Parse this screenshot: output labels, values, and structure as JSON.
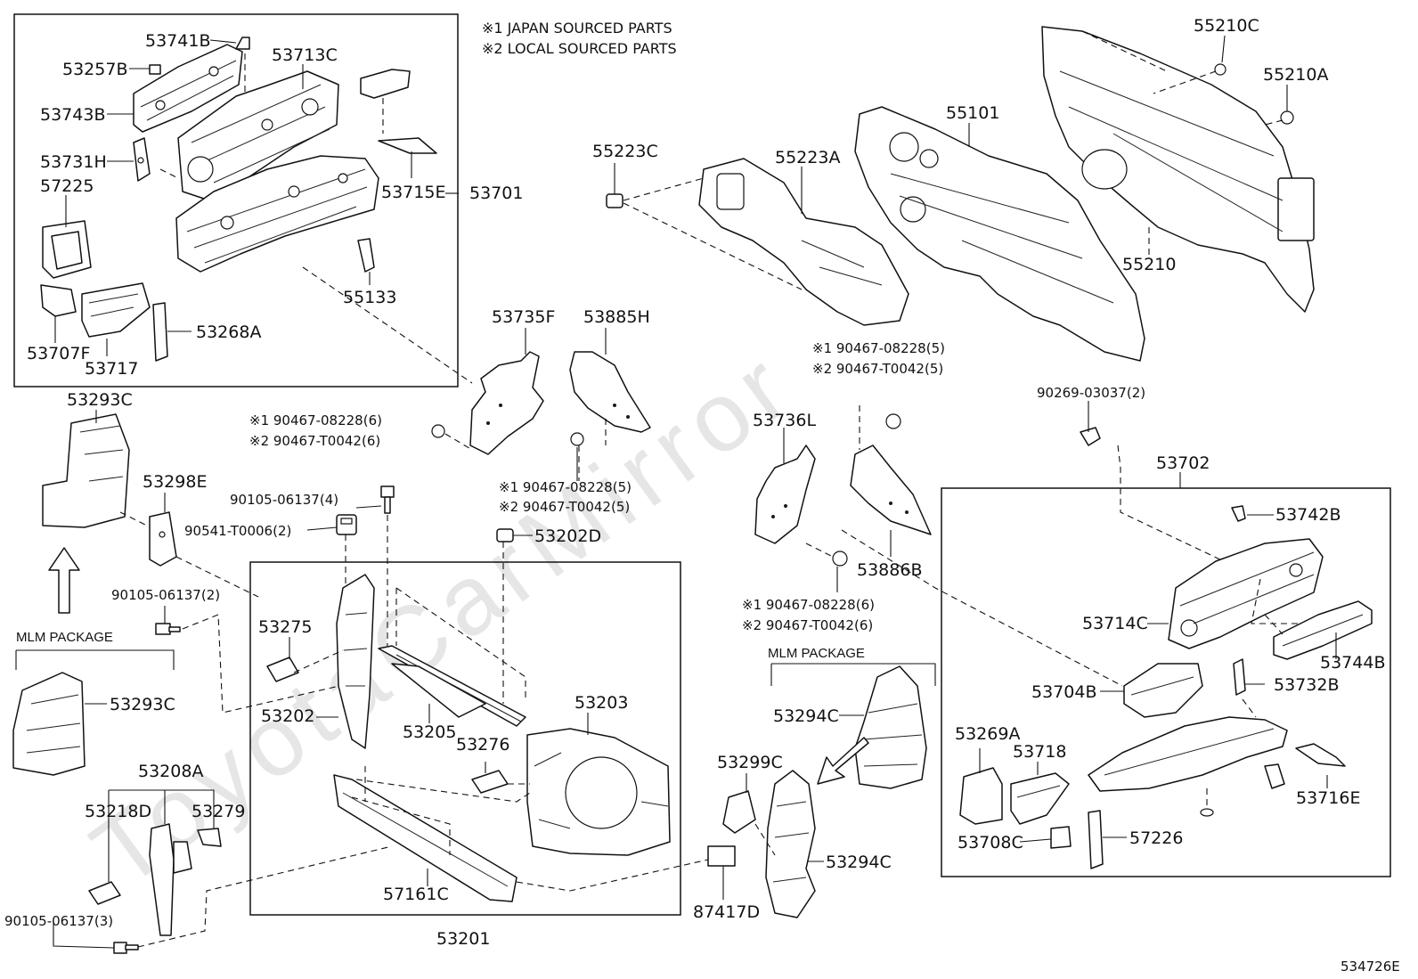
{
  "notes": {
    "japan": "※1 JAPAN SOURCED PARTS",
    "local": "※2 LOCAL SOURCED PARTS"
  },
  "watermark": "ToyotaCarMirror",
  "diagram_code": "534726E",
  "packages": {
    "left": "MLM PACKAGE",
    "right": "MLM PACKAGE"
  },
  "labels": {
    "p53741B": "53741B",
    "p53713C": "53713C",
    "p53257B": "53257B",
    "p53743B": "53743B",
    "p53731H": "53731H",
    "p57225": "57225",
    "p53715E": "53715E",
    "p53701": "53701",
    "p55133": "55133",
    "p53707F": "53707F",
    "p53717": "53717",
    "p53268A": "53268A",
    "p53293C_top": "53293C",
    "p53298E": "53298E",
    "p53293C_low": "53293C",
    "p53208A": "53208A",
    "p53218D": "53218D",
    "p53279": "53279",
    "p53275": "53275",
    "p53202": "53202",
    "p53205": "53205",
    "p53276": "53276",
    "p53203": "53203",
    "p57161C": "57161C",
    "p53201": "53201",
    "p53202D": "53202D",
    "p53735F": "53735F",
    "p53885H": "53885H",
    "p55223C": "55223C",
    "p55223A": "55223A",
    "p55101": "55101",
    "p55210C": "55210C",
    "p55210A": "55210A",
    "p55210": "55210",
    "p53736L": "53736L",
    "p53886B": "53886B",
    "p53702": "53702",
    "p53742B": "53742B",
    "p53714C": "53714C",
    "p53744B": "53744B",
    "p53704B": "53704B",
    "p53732B": "53732B",
    "p53269A": "53269A",
    "p53718": "53718",
    "p53716E": "53716E",
    "p53708C": "53708C",
    "p57226": "57226",
    "p53294C_a": "53294C",
    "p53294C_b": "53294C",
    "p53299C": "53299C",
    "p87417D": "87417D"
  },
  "fasteners": {
    "f_90105_06137_4": "90105-06137(4)",
    "f_90541": "90541-T0006(2)",
    "f_90105_06137_2": "90105-06137(2)",
    "f_90105_06137_3": "90105-06137(3)",
    "f_90269": "90269-03037(2)",
    "clipA_1": "※1 90467-08228(6)",
    "clipA_2": "※2 90467-T0042(6)",
    "clipB_1": "※1 90467-08228(5)",
    "clipB_2": "※2 90467-T0042(5)",
    "clipC_1": "※1 90467-08228(5)",
    "clipC_2": "※2 90467-T0042(5)",
    "clipD_1": "※1 90467-08228(6)",
    "clipD_2": "※2 90467-T0042(6)"
  }
}
